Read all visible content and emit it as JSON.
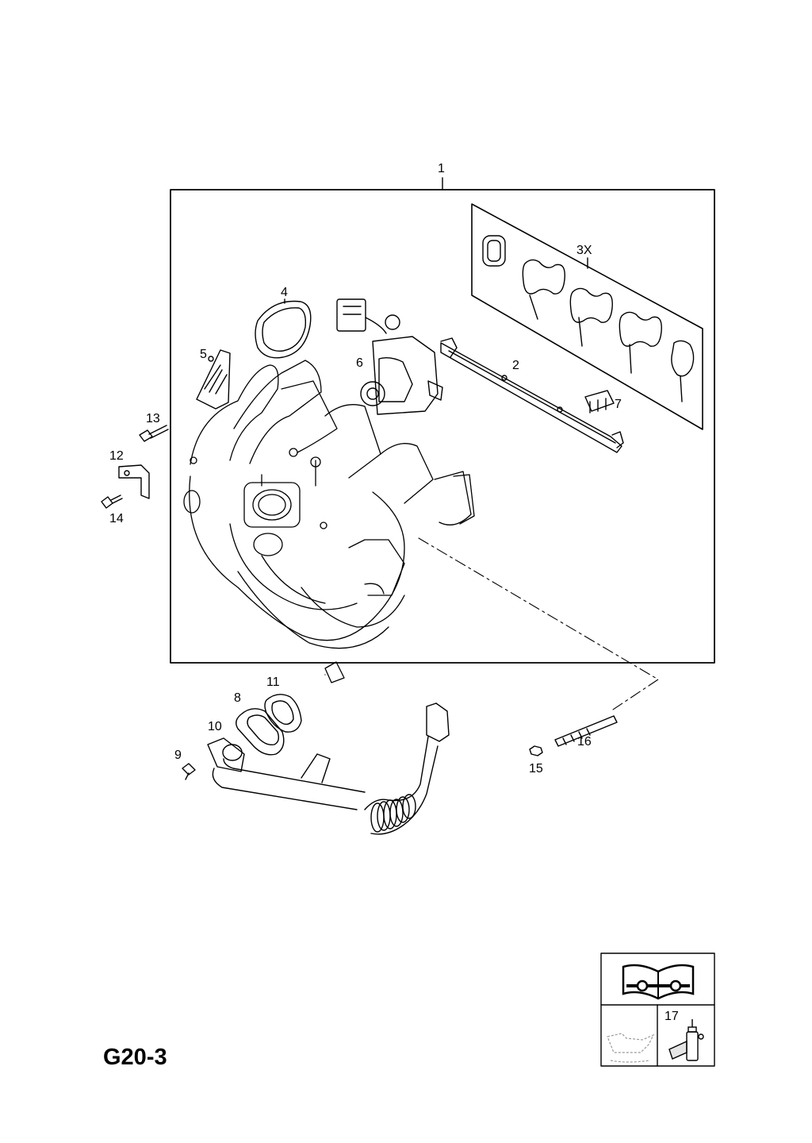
{
  "page_code": "G20-3",
  "callouts": {
    "c1": "1",
    "c2": "2",
    "c3x": "3X",
    "c4": "4",
    "c5": "5",
    "c6": "6",
    "c7": "7",
    "c8": "8",
    "c9": "9",
    "c10": "10",
    "c11": "11",
    "c12": "12",
    "c13": "13",
    "c14": "14",
    "c15": "15",
    "c16": "16",
    "c17": "17"
  },
  "icons": {
    "manual": "manual-wrench-icon",
    "oil": "oil-can-icon",
    "sealant": "sealant-bottle-icon"
  },
  "colors": {
    "line": "#000000",
    "background": "#ffffff",
    "faint": "#9a9a9a"
  }
}
